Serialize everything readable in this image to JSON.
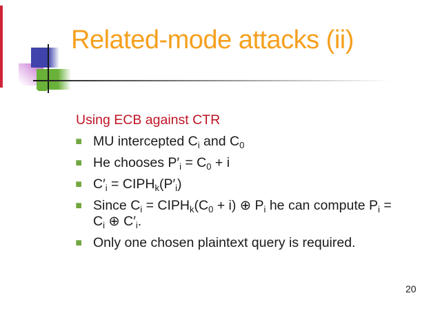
{
  "slide": {
    "title": "Related-mode attacks (ii)",
    "heading": "Using ECB against CTR",
    "bullets": [
      [
        {
          "t": "MU intercepted C"
        },
        {
          "s": "i"
        },
        {
          "t": " and C"
        },
        {
          "s": "0"
        }
      ],
      [
        {
          "t": "He chooses P′"
        },
        {
          "s": "i"
        },
        {
          "t": " = C"
        },
        {
          "s": "0"
        },
        {
          "t": " + i"
        }
      ],
      [
        {
          "t": "C′"
        },
        {
          "s": "i"
        },
        {
          "t": " = CIPH"
        },
        {
          "s": "k"
        },
        {
          "t": "(P′"
        },
        {
          "s": "i"
        },
        {
          "t": ")"
        }
      ],
      [
        {
          "t": "Since C"
        },
        {
          "s": "i"
        },
        {
          "t": " = CIPH"
        },
        {
          "s": "k"
        },
        {
          "t": "(C"
        },
        {
          "s": "0"
        },
        {
          "t": " + i) ⊕ P"
        },
        {
          "s": "i"
        },
        {
          "t": " he can compute P"
        },
        {
          "s": "i"
        },
        {
          "t": " ="
        },
        {
          "br": true
        },
        {
          "t": "C"
        },
        {
          "s": "i"
        },
        {
          "t": " ⊕ C′"
        },
        {
          "s": "i"
        },
        {
          "t": "."
        }
      ],
      [
        {
          "t": "Only one chosen plaintext query is required."
        }
      ]
    ],
    "page_number": "20"
  },
  "colors": {
    "title_orange": "#F5A01E",
    "heading_red": "#BE1423",
    "body_text": "#1A1A1A",
    "bullet_green": "#71A640",
    "square_blue": "#3F43AB",
    "square_purple": "#C873D2",
    "square_green": "#69B138",
    "red_bar": "#CE2438",
    "cross_lines": "#1A1A1A"
  },
  "icons": {
    "bullet_marker": "green-square-bullet"
  }
}
